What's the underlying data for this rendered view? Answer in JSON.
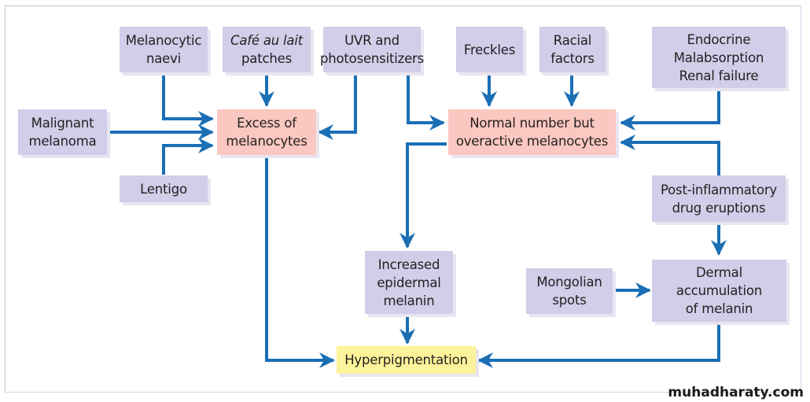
{
  "diagram": {
    "nodes": {
      "melanocytic_naevi": "Melanocytic\nnaevi",
      "cafe_au_lait_italic": "Café au lait",
      "cafe_au_lait_rest": "patches",
      "uvr": "UVR and\nphotosensitizers",
      "freckles": "Freckles",
      "racial": "Racial\nfactors",
      "endocrine": "Endocrine\nMalabsorption\nRenal failure",
      "malignant_melanoma": "Malignant\nmelanoma",
      "excess_melanocytes": "Excess of\nmelanocytes",
      "overactive_melanocytes": "Normal number but\noveractive melanocytes",
      "lentigo": "Lentigo",
      "post_inflammatory": "Post-inflammatory\ndrug eruptions",
      "increased_epidermal": "Increased\nepidermal\nmelanin",
      "mongolian": "Mongolian\nspots",
      "dermal": "Dermal\naccumulation\nof melanin",
      "hyperpigmentation": "Hyperpigmentation"
    },
    "edges": [
      {
        "from": "Melanocytic naevi",
        "to": "Excess of melanocytes"
      },
      {
        "from": "Malignant melanoma",
        "to": "Excess of melanocytes"
      },
      {
        "from": "Lentigo",
        "to": "Excess of melanocytes"
      },
      {
        "from": "Café au lait patches",
        "to": "Excess of melanocytes"
      },
      {
        "from": "UVR and photosensitizers",
        "to": "Excess of melanocytes"
      },
      {
        "from": "UVR and photosensitizers",
        "to": "Normal number but overactive melanocytes"
      },
      {
        "from": "Freckles",
        "to": "Normal number but overactive melanocytes"
      },
      {
        "from": "Racial factors",
        "to": "Normal number but overactive melanocytes"
      },
      {
        "from": "Endocrine Malabsorption Renal failure",
        "to": "Normal number but overactive melanocytes"
      },
      {
        "from": "Post-inflammatory drug eruptions",
        "to": "Normal number but overactive melanocytes"
      },
      {
        "from": "Post-inflammatory drug eruptions",
        "to": "Dermal accumulation of melanin"
      },
      {
        "from": "Normal number but overactive melanocytes",
        "to": "Increased epidermal melanin"
      },
      {
        "from": "Mongolian spots",
        "to": "Dermal accumulation of melanin"
      },
      {
        "from": "Excess of melanocytes",
        "to": "Hyperpigmentation"
      },
      {
        "from": "Increased epidermal melanin",
        "to": "Hyperpigmentation"
      },
      {
        "from": "Dermal accumulation of melanin",
        "to": "Hyperpigmentation"
      }
    ],
    "colors": {
      "cause": "#d2cde8",
      "mechanism": "#fac8c0",
      "result": "#fdf39a",
      "arrow": "#1a6fb5"
    }
  },
  "watermark": "muhadharaty.com"
}
